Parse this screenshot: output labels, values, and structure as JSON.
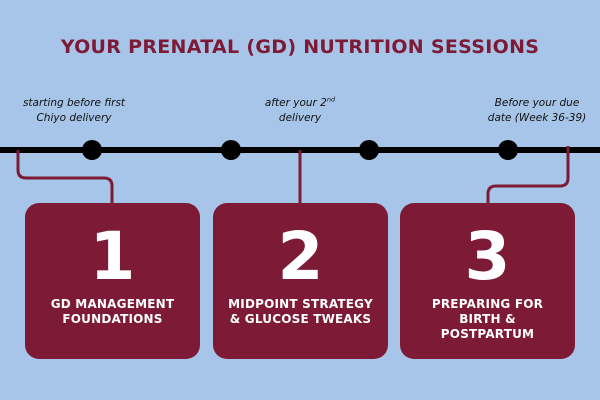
{
  "title": "YOUR PRENATAL (GD) NUTRITION SESSIONS",
  "colors": {
    "background": "#a6c5e8",
    "accent": "#7d1a35",
    "timeline": "#000000",
    "card_text": "#ffffff"
  },
  "timeline": {
    "notes": [
      {
        "line1": "starting before first",
        "line2": "Chiyo delivery"
      },
      {
        "line1_pre": "after your 2",
        "line1_sup": "nd",
        "line2": "delivery"
      },
      {
        "line1": "Before your due",
        "line2": "date (Week 36-39)"
      }
    ],
    "dot_count": 4
  },
  "sessions": [
    {
      "number": "1",
      "line1": "GD MANAGEMENT",
      "line2": "FOUNDATIONS",
      "line3": ""
    },
    {
      "number": "2",
      "line1": "MIDPOINT STRATEGY",
      "line2": "& GLUCOSE TWEAKS",
      "line3": ""
    },
    {
      "number": "3",
      "line1": "PREPARING FOR",
      "line2": "BIRTH &",
      "line3": "POSTPARTUM"
    }
  ]
}
